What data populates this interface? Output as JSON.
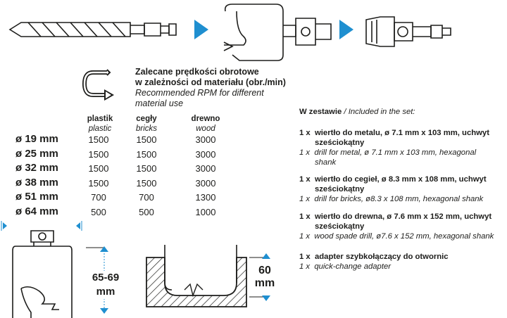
{
  "rpm_title": {
    "pl_line1": "Zalecane prędkości obrotowe",
    "pl_line2": "w zależności od materiału (obr./min)",
    "en_line1": "Recommended RPM for different",
    "en_line2": "material use"
  },
  "columns": [
    {
      "pl": "plastik",
      "en": "plastic"
    },
    {
      "pl": "cegły",
      "en": "bricks"
    },
    {
      "pl": "drewno",
      "en": "wood"
    }
  ],
  "rows": [
    {
      "size": "ø 19 mm",
      "values": [
        "1500",
        "1500",
        "3000"
      ]
    },
    {
      "size": "ø 25 mm",
      "values": [
        "1500",
        "1500",
        "3000"
      ]
    },
    {
      "size": "ø 32 mm",
      "values": [
        "1500",
        "1500",
        "3000"
      ]
    },
    {
      "size": "ø 38 mm",
      "values": [
        "1500",
        "1500",
        "3000"
      ]
    },
    {
      "size": "ø 51 mm",
      "values": [
        "700",
        "700",
        "1300"
      ]
    },
    {
      "size": "ø 64 mm",
      "values": [
        "500",
        "500",
        "1000"
      ]
    }
  ],
  "set": {
    "heading_pl": "W zestawie",
    "heading_en": " / Included in the set:",
    "items": [
      {
        "qty": "1 x",
        "pl_line1": "wiertło do metalu, ø 7.1 mm x 103 mm, uchwyt",
        "pl_line2": "sześciokątny",
        "en_line1": "drill for metal, ø 7.1 mm x 103 mm, hexagonal",
        "en_line2": "shank"
      },
      {
        "qty": "1 x",
        "pl_line1": "wiertło do cegieł, ø 8.3 mm x 108 mm, uchwyt",
        "pl_line2": "sześciokątny",
        "en_line1": "drill for bricks, ø8.3 x 108 mm, hexagonal shank",
        "en_line2": ""
      },
      {
        "qty": "1 x",
        "pl_line1": "wiertło do drewna, ø 7.6 mm x 152 mm, uchwyt",
        "pl_line2": "sześciokątny",
        "en_line1": "wood spade drill, ø7.6 x 152 mm, hexagonal shank",
        "en_line2": ""
      },
      {
        "qty": "1 x",
        "pl_line1": "adapter szybkołączący do otwornic",
        "pl_line2": "",
        "en_line1": "quick-change adapter",
        "en_line2": ""
      }
    ]
  },
  "dimensions": {
    "cut_depth_line1": "65-69",
    "cut_depth_line2": "mm",
    "depth_line1": "60",
    "depth_line2": "mm"
  },
  "colors": {
    "accent": "#1f8fd0",
    "ink": "#1d1d1b"
  }
}
